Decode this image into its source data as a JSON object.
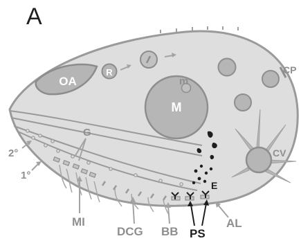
{
  "panel_label": "A",
  "labels": {
    "oa": "OA",
    "m_small": "m",
    "m_big": "M",
    "cp": "CP",
    "g": "G",
    "second": "2°",
    "first": "1°",
    "cv": "CV",
    "e": "E",
    "mi": "MI",
    "dcg": "DCG",
    "bb": "BB",
    "ps": "PS",
    "al": "AL",
    "r_circle": "R"
  },
  "colors": {
    "cell_fill": "#dedede",
    "cell_stroke": "#9a9a9a",
    "organelle_fill": "#b6b6b6",
    "organelle_stroke": "#8e8e8e",
    "label_gray": "#8f8f8f",
    "label_dark": "#1e1e1e"
  }
}
